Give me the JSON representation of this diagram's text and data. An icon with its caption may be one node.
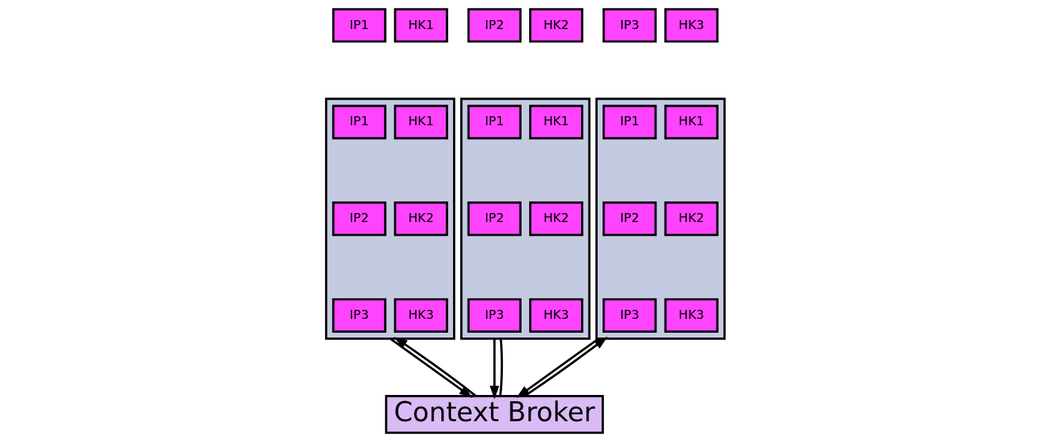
{
  "diagram": {
    "nodes": [
      {
        "text": [],
        "shape": "box"
      },
      {
        "text": [
          "IP1"
        ]
      },
      {
        "text": [
          "HK1"
        ]
      },
      {
        "text": [
          "IP1"
        ],
        "in": 0
      },
      {
        "text": [
          "IP2"
        ],
        "in": 0
      },
      {
        "text": [
          "IP3"
        ],
        "in": 0
      },
      {
        "text": [
          "HK1"
        ],
        "in": 0
      },
      {
        "text": [
          "HK2"
        ],
        "in": 0
      },
      {
        "text": [
          "HK3"
        ],
        "in": 0
      },
      {
        "text": [],
        "shape": "box"
      },
      {
        "text": [
          "IP2"
        ]
      },
      {
        "text": [
          "HK2"
        ]
      },
      {
        "text": [
          "IP1"
        ],
        "in": 9
      },
      {
        "text": [
          "IP2"
        ],
        "in": 9
      },
      {
        "text": [
          "IP3"
        ],
        "in": 9
      },
      {
        "text": [
          "HK1"
        ],
        "in": 9
      },
      {
        "text": [
          "HK2"
        ],
        "in": 9
      },
      {
        "text": [
          "HK3"
        ],
        "in": 9
      },
      {
        "text": [],
        "shape": "box"
      },
      {
        "text": [
          "IP3"
        ]
      },
      {
        "text": [
          "HK3"
        ]
      },
      {
        "text": [
          "IP1"
        ],
        "in": 18
      },
      {
        "text": [
          "IP2"
        ],
        "in": 18
      },
      {
        "text": [
          "IP3"
        ],
        "in": 18
      },
      {
        "text": [
          "HK1"
        ],
        "in": 18
      },
      {
        "text": [
          "HK2"
        ],
        "in": 18
      },
      {
        "text": [
          "HK3"
        ],
        "in": 18
      },
      {
        "text": [
          "Context Broker"
        ]
      }
    ],
    "edges": [
      {
        "from": 0,
        "to": 27,
        "arrow": "to"
      },
      {
        "from": 27,
        "to": 0,
        "arrow": "to"
      },
      {
        "from": 9,
        "to": 27,
        "arrow": "to"
      },
      {
        "from": 9,
        "to": 27,
        "arrow": "none"
      },
      {
        "from": 18,
        "to": 27,
        "arrow": "to"
      },
      {
        "from": 27,
        "to": 18,
        "arrow": "to"
      }
    ]
  }
}
